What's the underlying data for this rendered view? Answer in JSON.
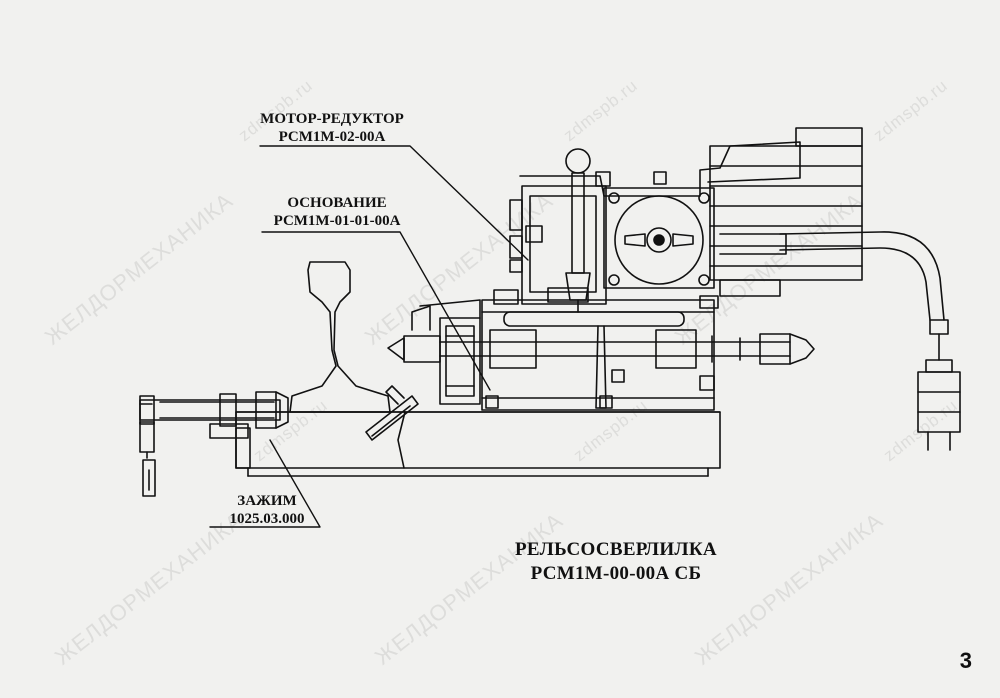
{
  "callouts": {
    "motor_reducer": {
      "name": "МОТОР-РЕДУКТОР",
      "code": "РСМ1М-02-00А"
    },
    "base": {
      "name": "ОСНОВАНИЕ",
      "code": "РСМ1М-01-01-00А"
    },
    "clamp": {
      "name": "ЗАЖИМ",
      "code": "1025.03.000"
    }
  },
  "title": {
    "line1": "РЕЛЬСОСВЕРЛИЛКА",
    "line2": "РСМ1М-00-00А СБ"
  },
  "page_number": "3",
  "watermarks": {
    "company": "ЖЕЛДОРМЕХАНИКА",
    "site": "zdmspb.ru"
  }
}
